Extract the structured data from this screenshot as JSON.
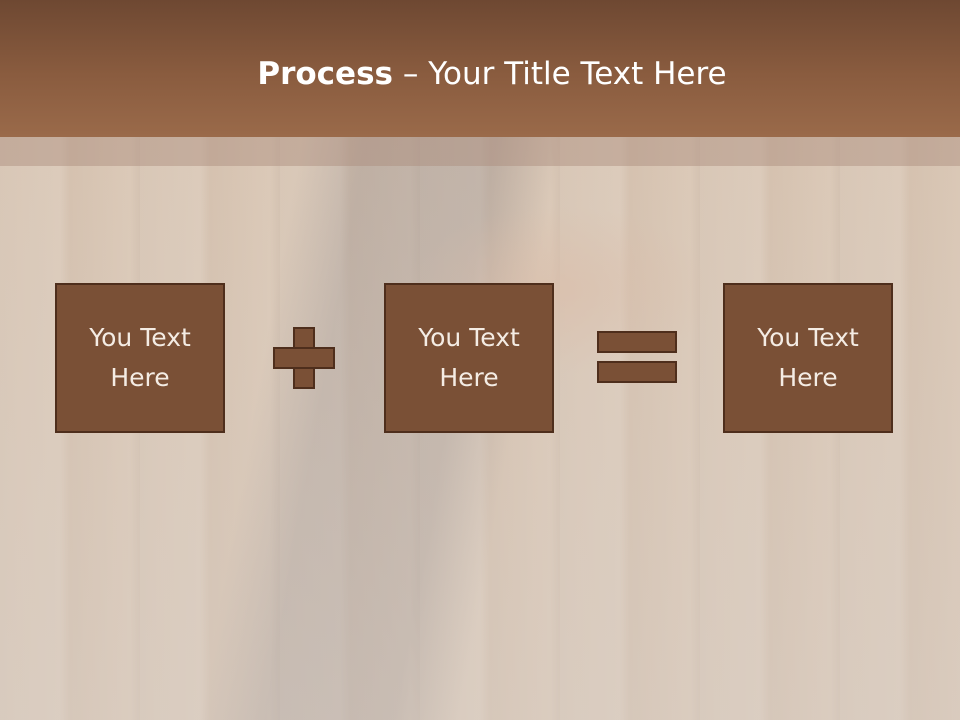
{
  "slide": {
    "title_bold": "Process",
    "title_rest": " – Your Title Text Here"
  },
  "boxes": [
    {
      "text": "You Text\nHere"
    },
    {
      "text": "You Text\nHere"
    },
    {
      "text": "You Text\nHere"
    }
  ],
  "operators": [
    "plus-icon",
    "equals-icon"
  ],
  "colors": {
    "header": "#8a5c3f",
    "box_fill": "#7a5036",
    "box_border": "#4e2e1c",
    "text_light": "#ffffff"
  }
}
